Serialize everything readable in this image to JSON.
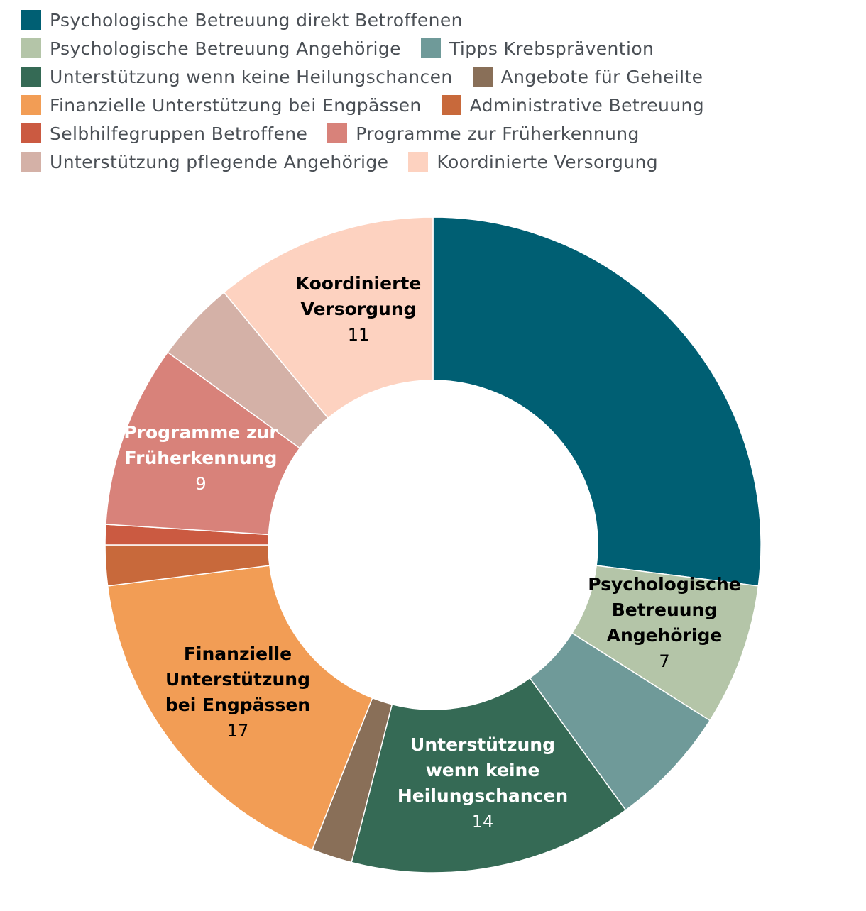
{
  "chart_data": {
    "type": "donut",
    "title": "",
    "total_shown": 100,
    "series": [
      {
        "name": "Psychologische Betreuung direkt Betroffenen",
        "value": 27,
        "color": "#005f73"
      },
      {
        "name": "Psychologische Betreuung Angehörige",
        "value": 7,
        "color": "#b4c5a8"
      },
      {
        "name": "Tipps Krebsprävention",
        "value": 6,
        "color": "#6f9a99"
      },
      {
        "name": "Unterstützung wenn keine Heilungschancen",
        "value": 14,
        "color": "#356a55"
      },
      {
        "name": "Angebote für Geheilte",
        "value": 2,
        "color": "#896f58"
      },
      {
        "name": "Finanzielle Unterstützung bei Engpässen",
        "value": 17,
        "color": "#f29d55"
      },
      {
        "name": "Administrative Betreuung",
        "value": 2,
        "color": "#c8693b"
      },
      {
        "name": "Selbhilfegruppen Betroffene",
        "value": 1,
        "color": "#cb5a41"
      },
      {
        "name": "Programme zur Früherkennung",
        "value": 9,
        "color": "#d8827a"
      },
      {
        "name": "Unterstützung pflegende Angehörige",
        "value": 4,
        "color": "#d4b1a7"
      },
      {
        "name": "Koordinierte Versorgung",
        "value": 11,
        "color": "#fdd2c0"
      }
    ],
    "slice_labels": [
      {
        "series_index": 1,
        "lines": [
          "Psychologische",
          "Betreuung",
          "Angehörige"
        ],
        "value": "7",
        "text_color": "#000000"
      },
      {
        "series_index": 3,
        "lines": [
          "Unterstützung",
          "wenn keine",
          "Heilungschancen"
        ],
        "value": "14",
        "text_color": "#ffffff"
      },
      {
        "series_index": 5,
        "lines": [
          "Finanzielle",
          "Unterstützung",
          "bei Engpässen"
        ],
        "value": "17",
        "text_color": "#000000"
      },
      {
        "series_index": 8,
        "lines": [
          "Programme zur",
          "Früherkennung"
        ],
        "value": "9",
        "text_color": "#ffffff"
      },
      {
        "series_index": 10,
        "lines": [
          "Koordinierte",
          "Versorgung"
        ],
        "value": "11",
        "text_color": "#000000"
      }
    ],
    "legend": {
      "placement": "top",
      "rows": [
        [
          "Psychologische Betreuung direkt Betroffenen"
        ],
        [
          "Psychologische Betreuung Angehörige",
          "Tipps Krebsprävention"
        ],
        [
          "Unterstützung wenn keine Heilungschancen",
          "Angebote für Geheilte"
        ],
        [
          "Finanzielle Unterstützung bei Engpässen",
          "Administrative Betreuung"
        ],
        [
          "Selbhilfegruppen Betroffene",
          "Programme zur Früherkennung"
        ],
        [
          "Unterstützung pflegende Angehörige",
          "Koordinierte Versorgung"
        ]
      ]
    }
  }
}
